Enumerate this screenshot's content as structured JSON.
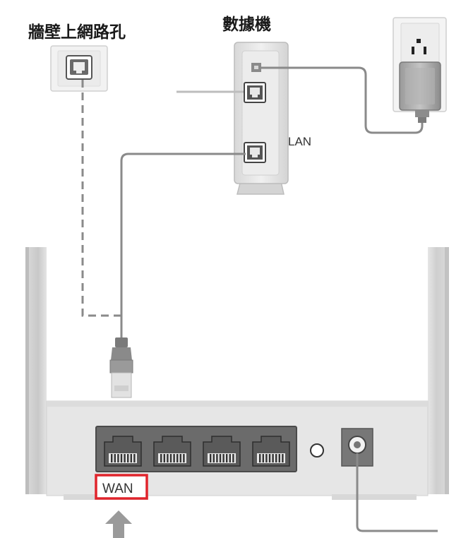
{
  "labels": {
    "wall_outlet": "牆壁上網路孔",
    "modem": "數據機",
    "lan": "LAN",
    "wan": "WAN"
  },
  "colors": {
    "highlight": "#e0242c",
    "cable": "#8a8a8a",
    "device_body": "#e4e4e4",
    "port_panel": "#6e6e6e",
    "arrow": "#9a9a9a"
  },
  "icons": {
    "wall_jack": "ethernet-port-icon",
    "modem_ports": "ethernet-port-icon",
    "power_outlet": "power-outlet-icon",
    "power_adapter": "power-adapter-icon",
    "rj45_plug": "rj45-plug-icon",
    "reset_button": "reset-button-icon",
    "power_jack": "dc-power-jack-icon",
    "arrow": "arrow-up-icon"
  },
  "router": {
    "lan_port_count": 4
  }
}
